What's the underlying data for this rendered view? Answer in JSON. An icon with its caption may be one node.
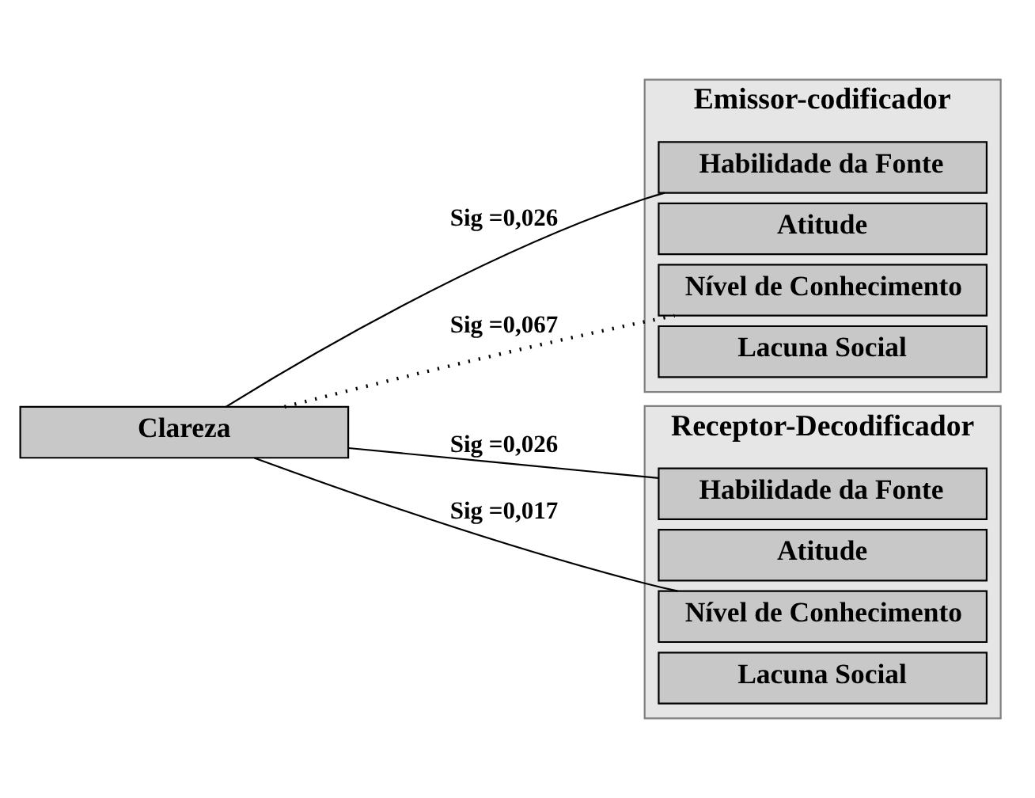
{
  "diagram": {
    "nodes": [
      {
        "text": [
          "Clareza"
        ]
      },
      {
        "text": [
          "Emissor-codificador"
        ]
      },
      {
        "text": [
          "Habilidade da Fonte"
        ],
        "in": 1
      },
      {
        "text": [
          "Atitude"
        ],
        "in": 1
      },
      {
        "text": [
          "Nível de Conhecimento"
        ],
        "in": 1
      },
      {
        "text": [
          "Lacuna Social"
        ],
        "in": 1
      },
      {
        "text": [
          "Receptor-Decodificador"
        ]
      },
      {
        "text": [
          "Habilidade da Fonte"
        ],
        "in": 6
      },
      {
        "text": [
          "Atitude"
        ],
        "in": 6
      },
      {
        "text": [
          "Nível de Conhecimento"
        ],
        "in": 6
      },
      {
        "text": [
          "Lacuna Social"
        ],
        "in": 6
      }
    ],
    "edges": [
      {
        "from": 0,
        "to": 2,
        "arrow": "none",
        "label": "Sig =0,026"
      },
      {
        "from": 0,
        "to": 4,
        "arrow": "none",
        "label": "Sig =0,067",
        "style": "dashed"
      },
      {
        "from": 0,
        "to": 7,
        "arrow": "none",
        "label": "Sig =0,026"
      },
      {
        "from": 0,
        "to": 9,
        "arrow": "none",
        "label": "Sig =0,017"
      }
    ]
  }
}
